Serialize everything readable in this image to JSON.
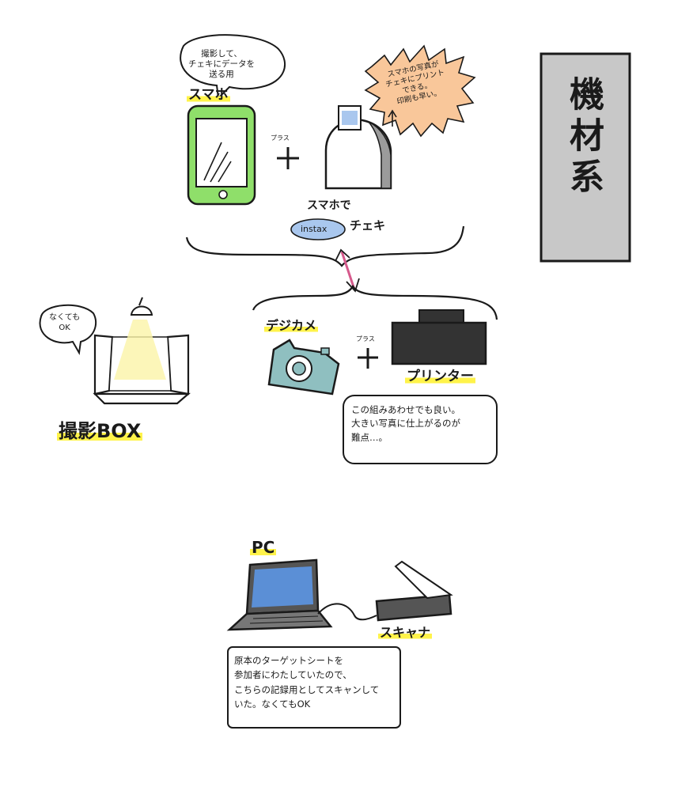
{
  "title": "機材系",
  "smartphone": {
    "label": "スマホ",
    "bubble": "撮影して、\nチェキにデータを\n送る用"
  },
  "plus_label": "プラス",
  "instax": {
    "label_top": "スマホで",
    "label_bottom": "チェキ",
    "badge": "instax",
    "bubble": "スマホの写真が\nチェキにプリント\nできる。\n印刷も早い。"
  },
  "photo_box": {
    "label": "撮影BOX",
    "bubble": "なくても\nOK"
  },
  "digicam": {
    "label": "デジカメ"
  },
  "printer": {
    "label": "プリンター"
  },
  "combo_note": "この組みあわせでも良い。\n大きい写真に仕上がるのが\n難点…。",
  "pc": {
    "label": "PC"
  },
  "scanner": {
    "label": "スキャナ"
  },
  "scan_note": "原本のターゲットシートを\n参加者にわたしていたので、\nこちらの記録用としてスキャンして\nいた。なくてもOK",
  "colors": {
    "phone_green": "#8fdf6a",
    "bubble_orange": "#f9c79a",
    "camera_teal": "#8fbfc0",
    "screen_blue": "#5b8fd6",
    "highlight_yellow": "#fff34a",
    "instax_blue": "#a9c7ee",
    "arrow_pink": "#d65a8c",
    "title_gray": "#c8c8c8"
  },
  "icons": [
    "smartphone-icon",
    "instax-printer-icon",
    "photo-box-icon",
    "digital-camera-icon",
    "photo-printer-icon",
    "laptop-icon",
    "scanner-icon"
  ]
}
